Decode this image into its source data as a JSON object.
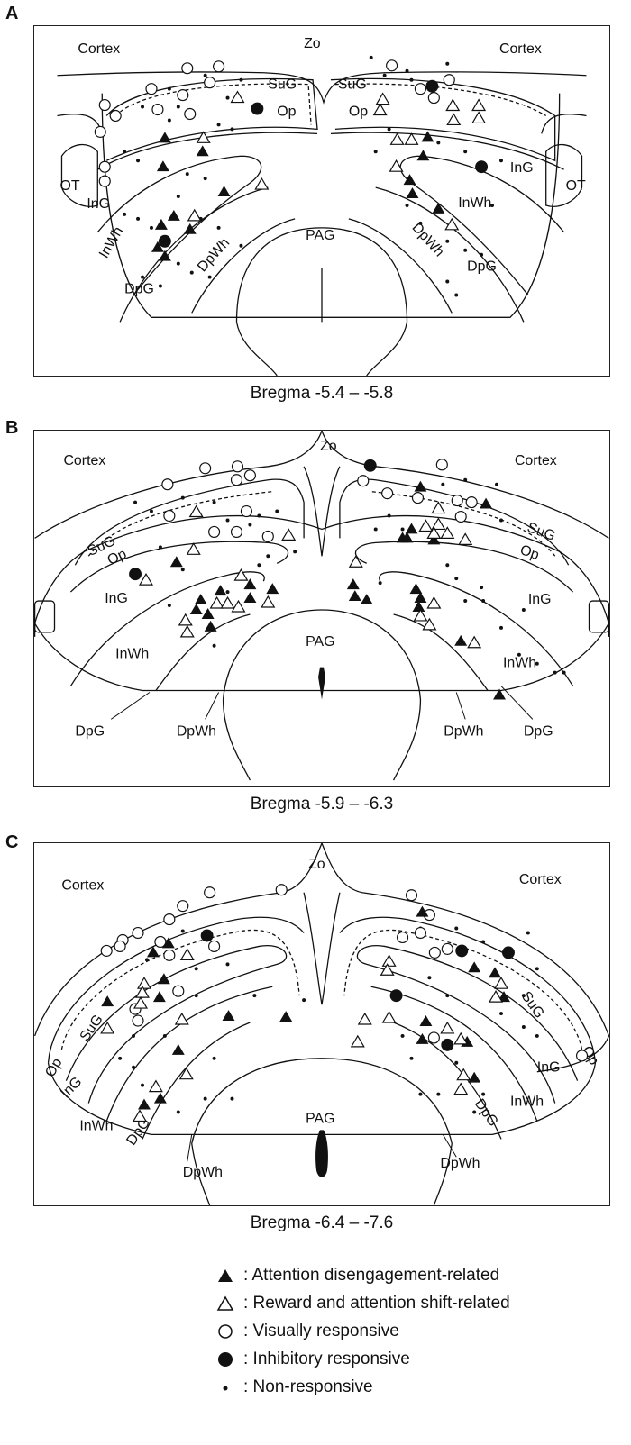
{
  "panels": [
    {
      "letter": "A",
      "caption": "Bregma -5.4 – -5.8",
      "labels": {
        "cortex_left": "Cortex",
        "cortex_right": "Cortex",
        "zo": "Zo",
        "sug_left": "SuG",
        "sug_right": "SuG",
        "op_left": "Op",
        "op_right": "Op",
        "ing_left": "InG",
        "ing_right": "InG",
        "inwh_left": "InWh",
        "inwh_right": "InWh",
        "dpg_left": "DpG",
        "dpg_right": "DpG",
        "dpwh_left": "DpWh",
        "dpwh_right": "DpWh",
        "ot_left": "OT",
        "ot_right": "OT",
        "pag": "PAG"
      }
    },
    {
      "letter": "B",
      "caption": "Bregma -5.9 – -6.3",
      "labels": {
        "cortex_left": "Cortex",
        "cortex_right": "Cortex",
        "zo": "Zo",
        "sug_left": "SuG",
        "sug_right": "SuG",
        "op_left": "Op",
        "op_right": "Op",
        "ing_left": "InG",
        "ing_right": "InG",
        "inwh_left": "InWh",
        "inwh_right": "InWh",
        "dpg_left": "DpG",
        "dpg_right": "DpG",
        "dpwh_left": "DpWh",
        "dpwh_right": "DpWh",
        "pag": "PAG"
      }
    },
    {
      "letter": "C",
      "caption": "Bregma -6.4 – -7.6",
      "labels": {
        "cortex_left": "Cortex",
        "cortex_right": "Cortex",
        "zo": "Zo",
        "sug_left": "SuG",
        "sug_right": "SuG",
        "op_left": "Op",
        "op_right": "Op",
        "ing_left": "InG",
        "ing_right": "InG",
        "inwh_left": "InWh",
        "inwh_right": "InWh",
        "dpg_left": "DpG",
        "dpg_right": "DpG",
        "dpwh_left": "DpWh",
        "dpwh_right": "DpWh",
        "pag": "PAG"
      }
    }
  ],
  "legend": [
    {
      "symbol": "filled-triangle",
      "label": ": Attention disengagement-related"
    },
    {
      "symbol": "open-triangle",
      "label": ": Reward and attention shift-related"
    },
    {
      "symbol": "open-circle",
      "label": ": Visually responsive"
    },
    {
      "symbol": "filled-circle",
      "label": ": Inhibitory responsive"
    },
    {
      "symbol": "small-dot",
      "label": ": Non-responsive"
    }
  ]
}
